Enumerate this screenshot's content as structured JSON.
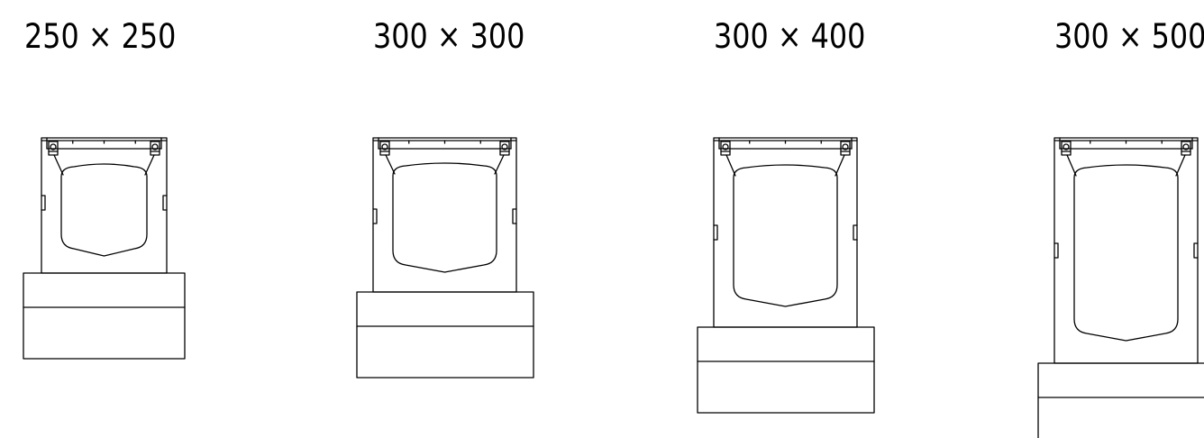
{
  "drawing": {
    "line_color": "#000000",
    "background": "#ffffff",
    "sections": [
      {
        "label": "250 ×   250",
        "size": "250 × 250"
      },
      {
        "label": "300 × 300",
        "size": "300 × 300"
      },
      {
        "label": "300 × 400",
        "size": "300 × 400"
      },
      {
        "label": "300 × 500",
        "size": "300 × 500"
      }
    ]
  }
}
